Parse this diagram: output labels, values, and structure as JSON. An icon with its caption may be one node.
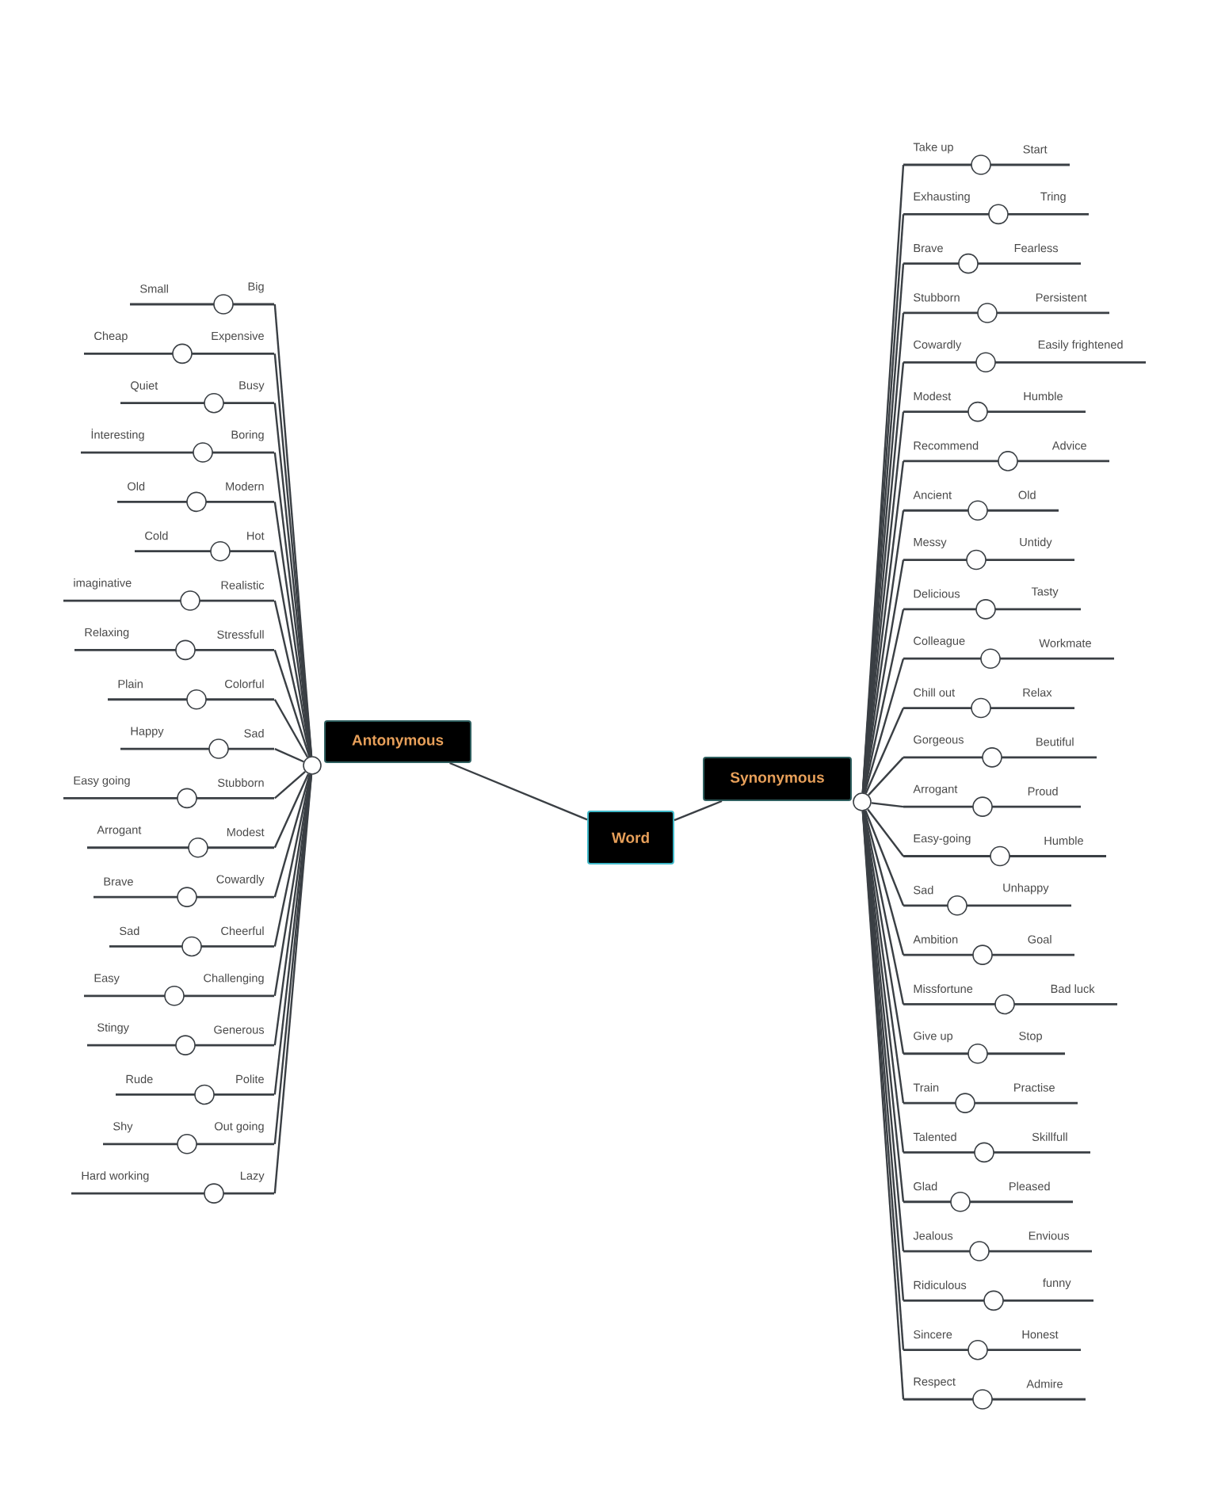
{
  "diagram": {
    "nodes": [
      {
        "text": [
          "Word"
        ]
      },
      {
        "text": [
          "Antonymous"
        ]
      },
      {
        "text": [],
        "shape": "circle"
      },
      {
        "text": [
          "Synonymous"
        ]
      },
      {
        "text": [],
        "shape": "circle"
      },
      {
        "text": [
          "Small",
          "Big"
        ]
      },
      {
        "text": [
          "Cheap",
          "Expensive"
        ]
      },
      {
        "text": [
          "Quiet",
          "Busy"
        ]
      },
      {
        "text": [
          "İnteresting",
          "Boring"
        ]
      },
      {
        "text": [
          "Old",
          "Modern"
        ]
      },
      {
        "text": [
          "Cold",
          "Hot"
        ]
      },
      {
        "text": [
          "imaginative",
          "Realistic"
        ]
      },
      {
        "text": [
          "Relaxing",
          "Stressfull"
        ]
      },
      {
        "text": [
          "Plain",
          "Colorful"
        ]
      },
      {
        "text": [
          "Happy",
          "Sad"
        ]
      },
      {
        "text": [
          "Easy going",
          "Stubborn"
        ]
      },
      {
        "text": [
          "Arrogant",
          "Modest"
        ]
      },
      {
        "text": [
          "Brave",
          "Cowardly"
        ]
      },
      {
        "text": [
          "Sad",
          "Cheerful"
        ]
      },
      {
        "text": [
          "Easy",
          "Challenging"
        ]
      },
      {
        "text": [
          "Stingy",
          "Generous"
        ]
      },
      {
        "text": [
          "Rude",
          "Polite"
        ]
      },
      {
        "text": [
          "Shy",
          "Out going"
        ]
      },
      {
        "text": [
          "Hard working",
          "Lazy"
        ]
      },
      {
        "text": [
          "Take up",
          "Start"
        ]
      },
      {
        "text": [
          "Exhausting",
          "Tring"
        ]
      },
      {
        "text": [
          "Brave",
          "Fearless"
        ]
      },
      {
        "text": [
          "Stubborn",
          "Persistent"
        ]
      },
      {
        "text": [
          "Cowardly",
          "Easily frightened"
        ]
      },
      {
        "text": [
          "Modest",
          "Humble"
        ]
      },
      {
        "text": [
          "Recommend",
          "Advice"
        ]
      },
      {
        "text": [
          "Ancient",
          "Old"
        ]
      },
      {
        "text": [
          "Messy",
          "Untidy"
        ]
      },
      {
        "text": [
          "Delicious",
          "Tasty"
        ]
      },
      {
        "text": [
          "Colleague",
          "Workmate"
        ]
      },
      {
        "text": [
          "Chill out",
          "Relax"
        ]
      },
      {
        "text": [
          "Gorgeous",
          "Beutiful"
        ]
      },
      {
        "text": [
          "Arrogant",
          "Proud"
        ]
      },
      {
        "text": [
          "Easy-going",
          "Humble"
        ]
      },
      {
        "text": [
          "Sad",
          "Unhappy"
        ]
      },
      {
        "text": [
          "Ambition",
          "Goal"
        ]
      },
      {
        "text": [
          "Missfortune",
          "Bad luck"
        ]
      },
      {
        "text": [
          "Give up",
          "Stop"
        ]
      },
      {
        "text": [
          "Train",
          "Practise"
        ]
      },
      {
        "text": [
          "Talented",
          "Skillfull"
        ]
      },
      {
        "text": [
          "Glad",
          "Pleased"
        ]
      },
      {
        "text": [
          "Jealous",
          "Envious"
        ]
      },
      {
        "text": [
          "Ridiculous",
          "funny"
        ]
      },
      {
        "text": [
          "Sincere",
          "Honest"
        ]
      },
      {
        "text": [
          "Respect",
          "Admire"
        ]
      }
    ],
    "edges": [
      {
        "from": 0,
        "to": 1,
        "arrow": "none"
      },
      {
        "from": 0,
        "to": 3,
        "arrow": "none"
      },
      {
        "from": 2,
        "to": 5,
        "arrow": "none"
      },
      {
        "from": 2,
        "to": 6,
        "arrow": "none"
      },
      {
        "from": 2,
        "to": 7,
        "arrow": "none"
      },
      {
        "from": 2,
        "to": 8,
        "arrow": "none"
      },
      {
        "from": 2,
        "to": 9,
        "arrow": "none"
      },
      {
        "from": 2,
        "to": 10,
        "arrow": "none"
      },
      {
        "from": 2,
        "to": 11,
        "arrow": "none"
      },
      {
        "from": 2,
        "to": 12,
        "arrow": "none"
      },
      {
        "from": 2,
        "to": 13,
        "arrow": "none"
      },
      {
        "from": 2,
        "to": 14,
        "arrow": "none"
      },
      {
        "from": 2,
        "to": 15,
        "arrow": "none"
      },
      {
        "from": 2,
        "to": 16,
        "arrow": "none"
      },
      {
        "from": 2,
        "to": 17,
        "arrow": "none"
      },
      {
        "from": 2,
        "to": 18,
        "arrow": "none"
      },
      {
        "from": 2,
        "to": 19,
        "arrow": "none"
      },
      {
        "from": 2,
        "to": 20,
        "arrow": "none"
      },
      {
        "from": 2,
        "to": 21,
        "arrow": "none"
      },
      {
        "from": 2,
        "to": 22,
        "arrow": "none"
      },
      {
        "from": 2,
        "to": 23,
        "arrow": "none"
      },
      {
        "from": 4,
        "to": 24,
        "arrow": "none"
      },
      {
        "from": 4,
        "to": 25,
        "arrow": "none"
      },
      {
        "from": 4,
        "to": 26,
        "arrow": "none"
      },
      {
        "from": 4,
        "to": 27,
        "arrow": "none"
      },
      {
        "from": 4,
        "to": 28,
        "arrow": "none"
      },
      {
        "from": 4,
        "to": 29,
        "arrow": "none"
      },
      {
        "from": 4,
        "to": 30,
        "arrow": "none"
      },
      {
        "from": 4,
        "to": 31,
        "arrow": "none"
      },
      {
        "from": 4,
        "to": 32,
        "arrow": "none"
      },
      {
        "from": 4,
        "to": 33,
        "arrow": "none"
      },
      {
        "from": 4,
        "to": 34,
        "arrow": "none"
      },
      {
        "from": 4,
        "to": 35,
        "arrow": "none"
      },
      {
        "from": 4,
        "to": 36,
        "arrow": "none"
      },
      {
        "from": 4,
        "to": 37,
        "arrow": "none"
      },
      {
        "from": 4,
        "to": 38,
        "arrow": "none"
      },
      {
        "from": 4,
        "to": 39,
        "arrow": "none"
      },
      {
        "from": 4,
        "to": 40,
        "arrow": "none"
      },
      {
        "from": 4,
        "to": 41,
        "arrow": "none"
      },
      {
        "from": 4,
        "to": 42,
        "arrow": "none"
      },
      {
        "from": 4,
        "to": 43,
        "arrow": "none"
      },
      {
        "from": 4,
        "to": 44,
        "arrow": "none"
      },
      {
        "from": 4,
        "to": 45,
        "arrow": "none"
      },
      {
        "from": 4,
        "to": 46,
        "arrow": "none"
      },
      {
        "from": 4,
        "to": 47,
        "arrow": "none"
      },
      {
        "from": 4,
        "to": 48,
        "arrow": "none"
      },
      {
        "from": 4,
        "to": 49,
        "arrow": "none"
      }
    ]
  }
}
